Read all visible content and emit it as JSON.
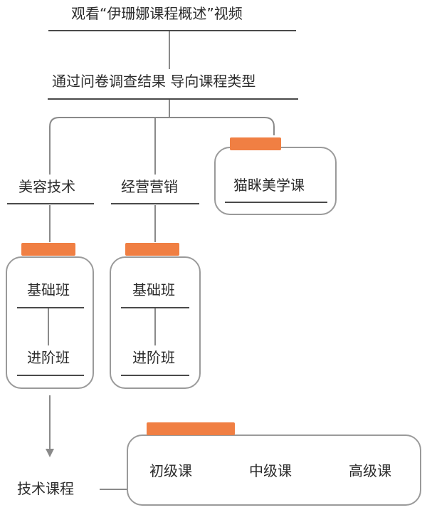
{
  "steps": {
    "step1": "观看“伊珊娜课程概述”视频",
    "step2": "通过问卷调查结果 导向课程类型"
  },
  "categories": {
    "beauty_tech": "美容技术",
    "business_marketing": "经营营销",
    "cat_aesthetics": "猫眯美学课"
  },
  "beauty_tech_levels": [
    "基础班",
    "进阶班"
  ],
  "business_levels": [
    "基础班",
    "进阶班"
  ],
  "tech_course": {
    "label": "技术课程",
    "levels": [
      "初级课",
      "中级课",
      "高级课"
    ]
  },
  "colors": {
    "tag_orange": "#f07f43",
    "line_gray": "#8a8a8a",
    "box_border": "#9a9a9a"
  }
}
